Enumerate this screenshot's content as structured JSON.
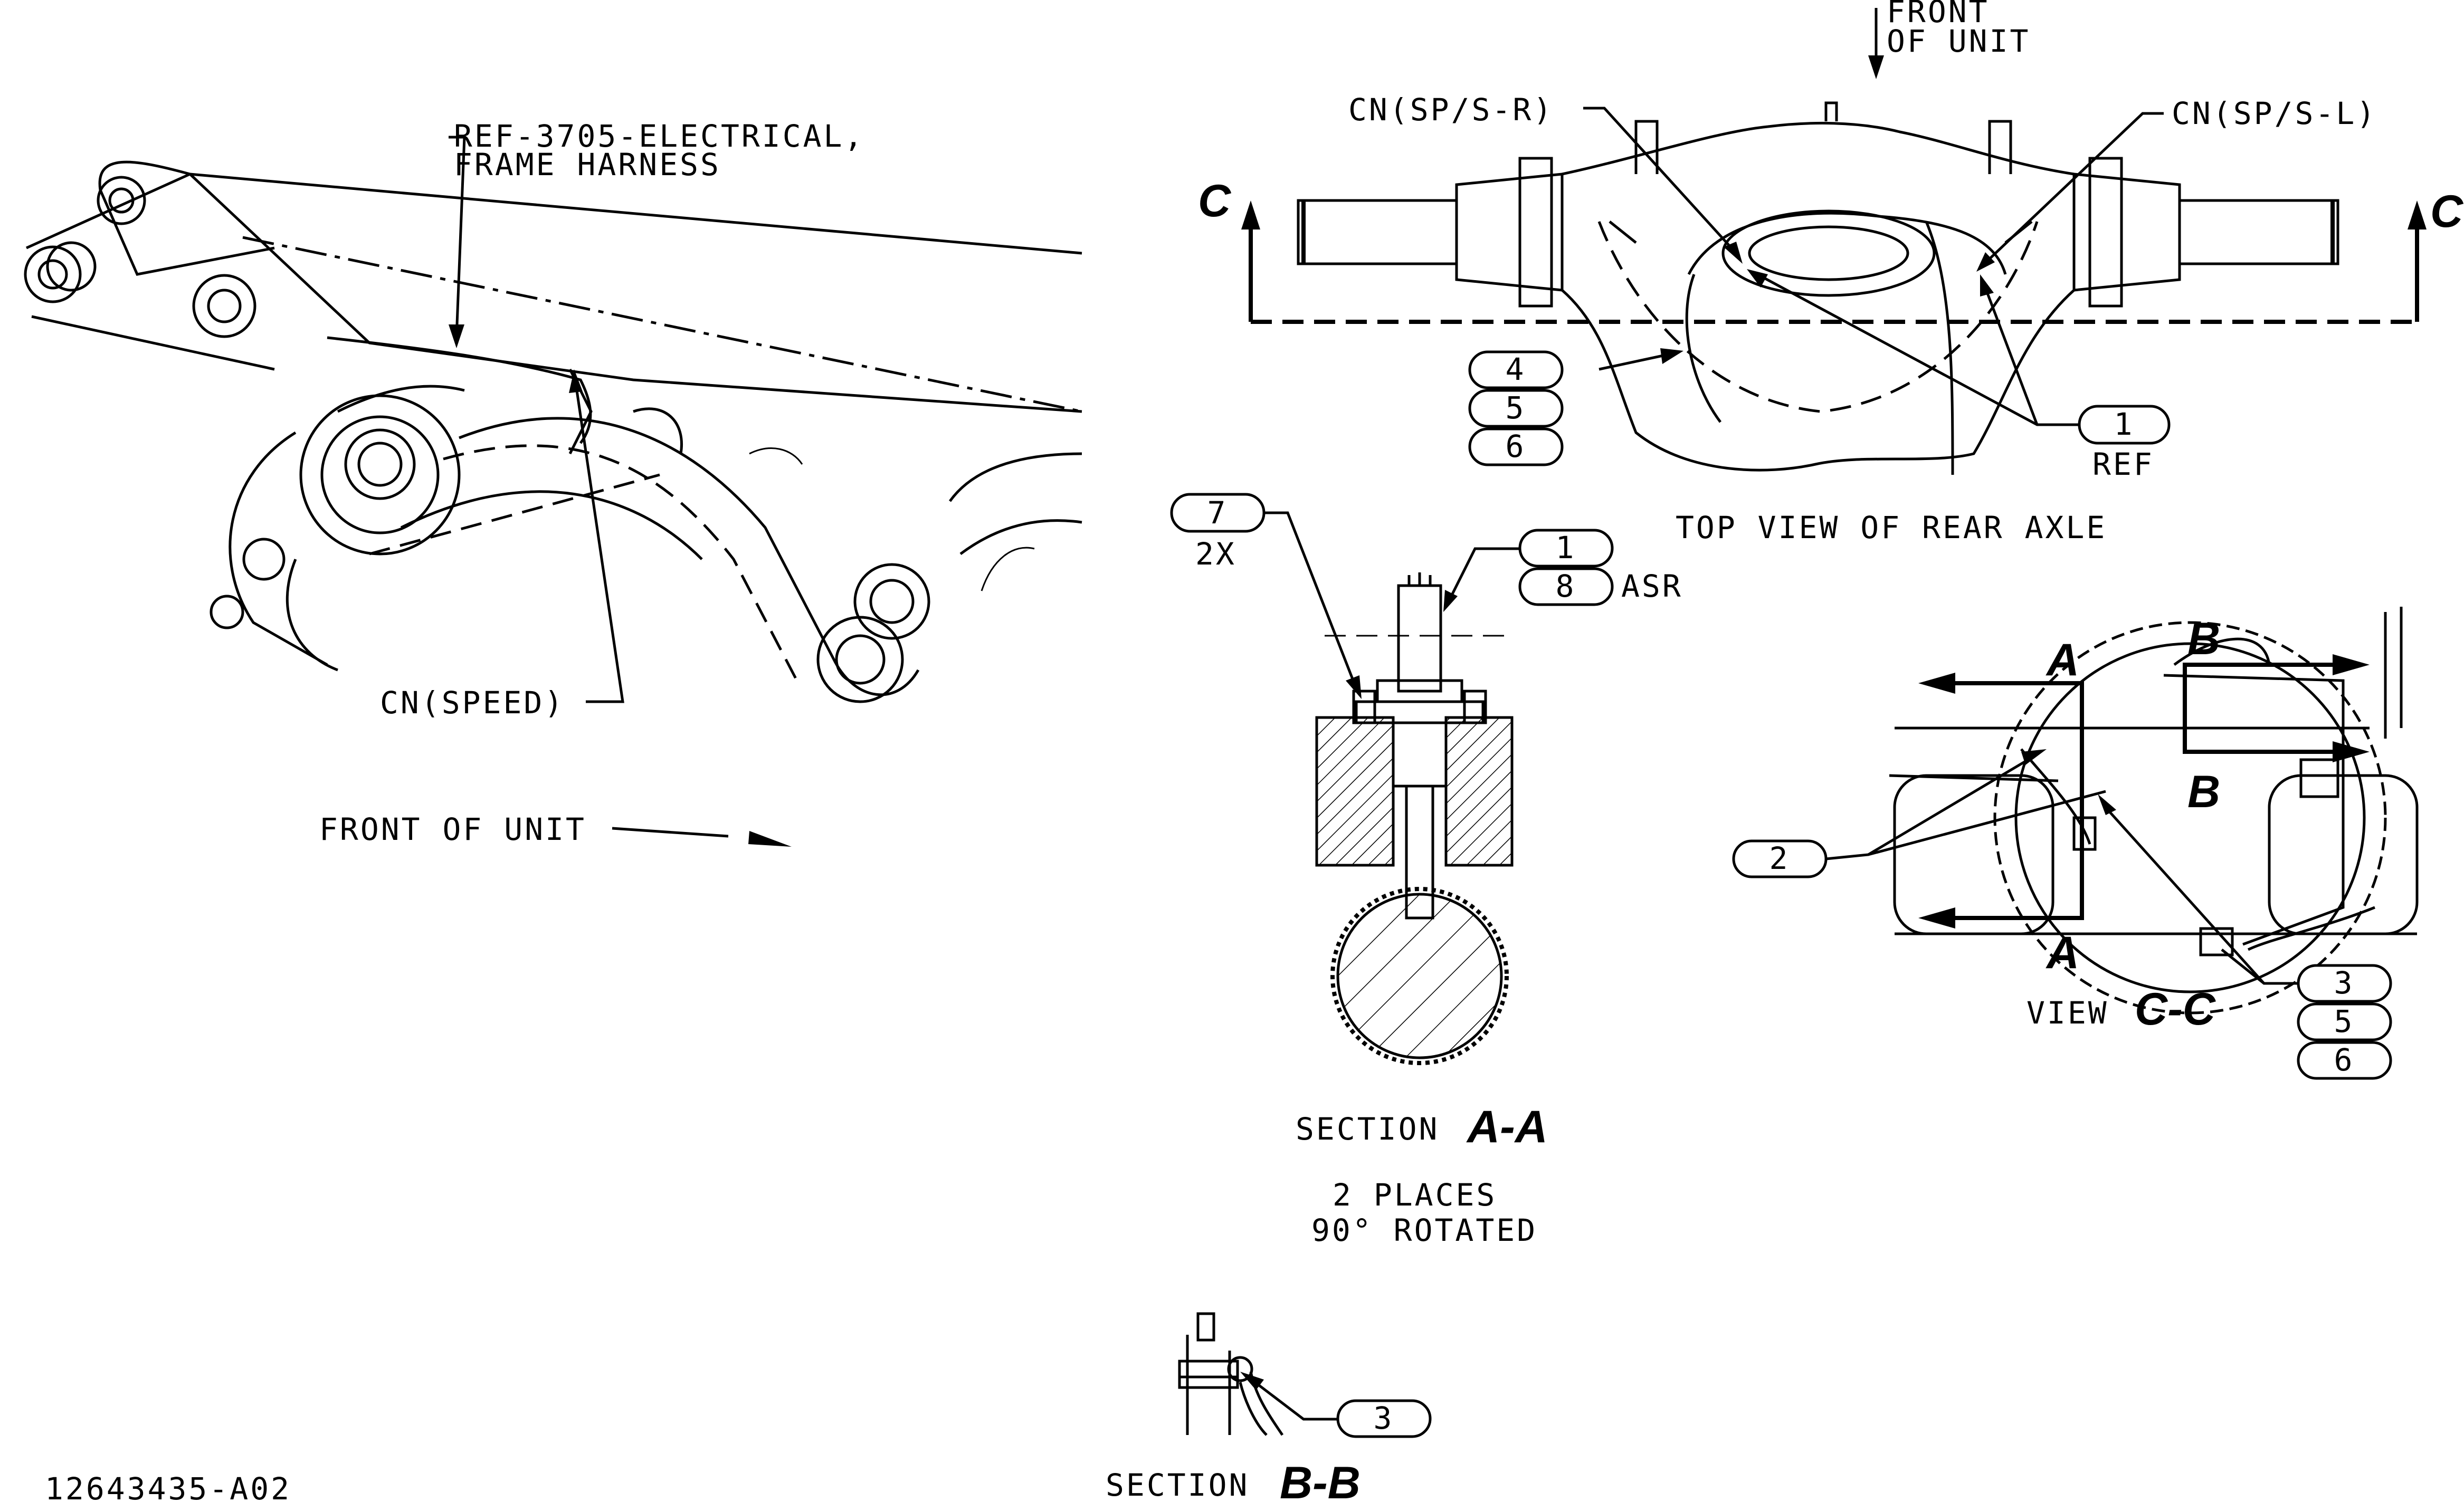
{
  "labels": {
    "ref_harness_line1": "REF-3705-ELECTRICAL,",
    "ref_harness_line2": "FRAME HARNESS",
    "cn_speed": "CN(SPEED)",
    "front_of_unit": "FRONT OF UNIT",
    "front_top_line1": "FRONT",
    "front_top_line2": "OF UNIT",
    "cn_sps_r": "CN(SP/S-R)",
    "cn_sps_l": "CN(SP/S-L)",
    "ref": "REF",
    "top_view": "TOP VIEW OF REAR AXLE",
    "qty_2x": "2X",
    "asr": "ASR",
    "section_aa_prefix": "SECTION",
    "section_aa_letters": "A-A",
    "places_line1": "2 PLACES",
    "places_line2": "90° ROTATED",
    "view_cc_prefix": "VIEW",
    "view_cc_letters": "C-C",
    "section_bb_prefix": "SECTION",
    "section_bb_letters": "B-B",
    "drawing_number": "12643435-A02"
  },
  "section_marks": {
    "c_left": "C",
    "c_right": "C",
    "a_top": "A",
    "a_bottom": "A",
    "b_top": "B",
    "b_bottom": "B"
  },
  "callouts": {
    "top_view_4": "4",
    "top_view_5": "5",
    "top_view_6": "6",
    "top_view_1": "1",
    "section_7": "7",
    "section_1": "1",
    "section_8": "8",
    "view_2": "2",
    "view_3": "3",
    "view_5": "5",
    "view_6": "6",
    "bb_3": "3"
  }
}
